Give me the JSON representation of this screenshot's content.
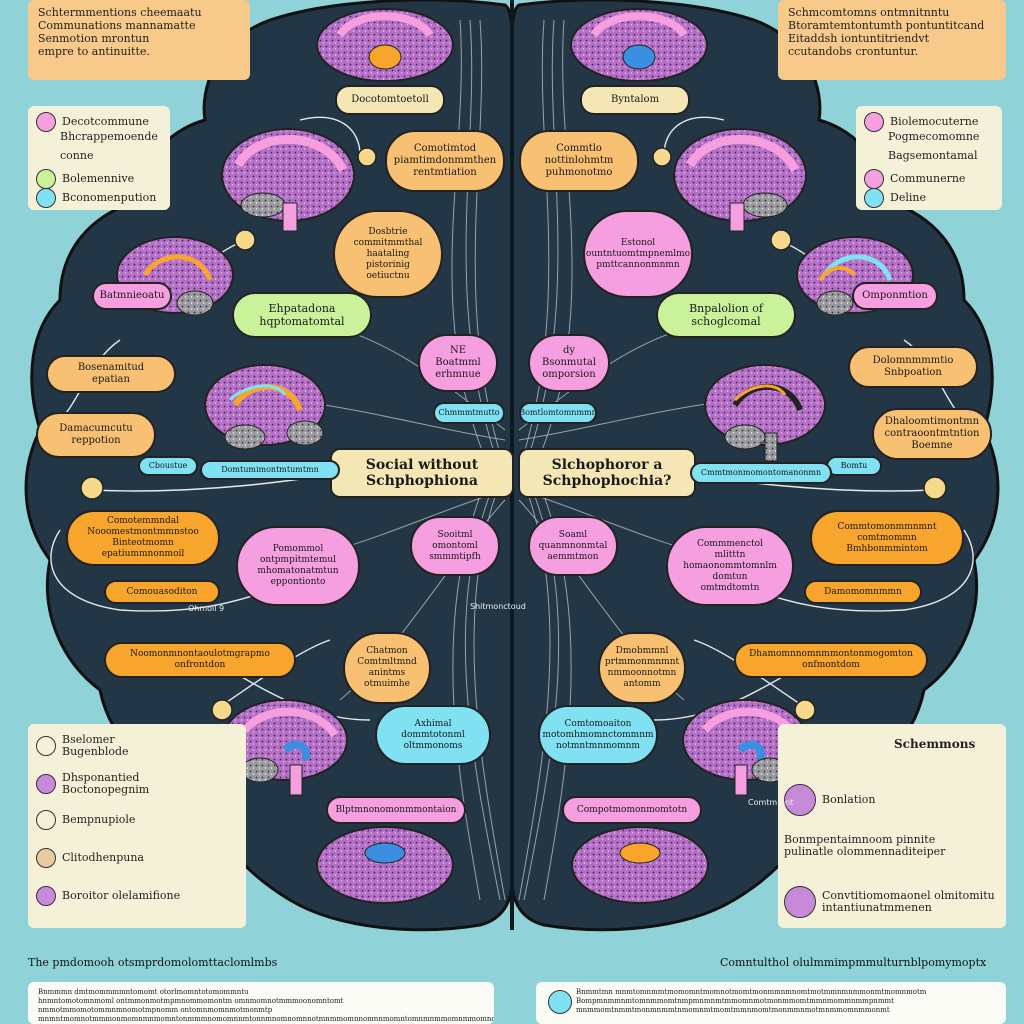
{
  "center": {
    "left_title": "Social without\nSchphophiona",
    "right_title": "Slchophoror a\nSchphophochia?"
  },
  "top_left_note": "Schtermmentions cheemaatu\nCommunations mannamatte\nSenmotion mrontun\nempre to antinuitte.",
  "top_right_note": "Schmcomtomns ontmnitnntu\nBtoramtemtontumth pontuntitcand\nEitaddsh iontuntitriendvt\nccutandobs crontuntur.",
  "legend_left": [
    {
      "label": "Decotcommune",
      "color": "#f59ee0"
    },
    {
      "label": "Bhcrappemoende",
      "color": ""
    },
    {
      "label": "conne",
      "color": ""
    },
    {
      "label": "Bolemennive",
      "color": "#c9f29a"
    },
    {
      "label": "Bconomenpution",
      "color": "#7fe1f2"
    }
  ],
  "legend_right": [
    {
      "label": "Biolemocuterne",
      "color": "#f59ee0"
    },
    {
      "label": "Pogmecomomne",
      "color": ""
    },
    {
      "label": "Bagsemontamal",
      "color": ""
    },
    {
      "label": "Communerne",
      "color": "#f59ee0"
    },
    {
      "label": "Deline",
      "color": "#7fe1f2"
    }
  ],
  "bottom_left_legend": [
    {
      "label": "Bselomer\nBugenblode",
      "color": "#f4f1d8"
    },
    {
      "label": "Dhsponantied\nBoctonopegnim",
      "color": "#c78ad8"
    },
    {
      "label": "Bempnupiole",
      "color": "#f4f1d8"
    },
    {
      "label": "Clitodhenpuna",
      "color": "#e9c9a0"
    },
    {
      "label": "Boroitor olelamifione",
      "color": "#c78ad8"
    }
  ],
  "bottom_right_legend": {
    "title": "Schemmons",
    "items": [
      {
        "label": "Bonlation",
        "color": "#c78ad8"
      },
      {
        "label": "Bonmpentaimnoom pinnite\npulinatle olommennaditeiper",
        "color": ""
      },
      {
        "label": "Convtitiomomaonel olmitomitu\nintantiunatmmenen",
        "color": "#c78ad8"
      }
    ]
  },
  "left_nodes": [
    {
      "id": "l1",
      "text": "Docotomtoetoll",
      "style": "cream"
    },
    {
      "id": "l2",
      "text": "Comotimtod\npiamtimdonmmthen\nrentmtiation",
      "style": "lorange"
    },
    {
      "id": "l3",
      "text": "Dosbtrie\ncommitmmthal\nhaataling\npistorinig\noetiuctnu",
      "style": "lorange"
    },
    {
      "id": "l4",
      "text": "Batmnieoatu",
      "style": "pink"
    },
    {
      "id": "l5",
      "text": "Ehpatadona\nhqptomatomtal",
      "style": "green"
    },
    {
      "id": "l6",
      "text": "Bosenamitud\nepatian",
      "style": "lorange"
    },
    {
      "id": "l7",
      "text": "Damacumcutu\nreppotion",
      "style": "lorange"
    },
    {
      "id": "l8",
      "text": "NE\nBoatmml\nerhmnue",
      "style": "pink"
    },
    {
      "id": "l9",
      "text": "Chmmmtmutto",
      "style": "blue"
    },
    {
      "id": "l10",
      "text": "Cboustue",
      "style": "blue"
    },
    {
      "id": "l11",
      "text": "Domtumimontmtumtmn",
      "style": "blue"
    },
    {
      "id": "l12",
      "text": "Comotemmndal\nNooomestmontmmnstoo\nBinteotmomn\nepatiummnonmoil",
      "style": "orange"
    },
    {
      "id": "l13",
      "text": "Pomommol\nontpmpitmtemul\nmhomatonatmtun\neppontionto",
      "style": "pink"
    },
    {
      "id": "l14",
      "text": "Sooitml\nomontoml\nsmmmtipfh",
      "style": "pink"
    },
    {
      "id": "l15",
      "text": "Comouasoditon",
      "style": "orange"
    },
    {
      "id": "l16",
      "text": "Noomonmnontaoulotmgrapmo\nonfrontdon",
      "style": "orange"
    },
    {
      "id": "l17",
      "text": "Chatmon\nComtmltmnd\nanintms\notmuimhe",
      "style": "lorange"
    },
    {
      "id": "l18",
      "text": "Axhimal\ndommtotonml\noltmmonoms",
      "style": "blue"
    },
    {
      "id": "l19",
      "text": "Blptmnonomonmmontaion",
      "style": "pink"
    }
  ],
  "right_nodes": [
    {
      "id": "r1",
      "text": "Byntalom",
      "style": "cream"
    },
    {
      "id": "r2",
      "text": "Commtlo\nnottinlohmtm\npuhmonotmo",
      "style": "lorange"
    },
    {
      "id": "r3",
      "text": "Estonol\nountntuomtmpnemlmo\npmttcannonmnmn",
      "style": "pink"
    },
    {
      "id": "r4",
      "text": "Omponmtion",
      "style": "pink"
    },
    {
      "id": "r5",
      "text": "Bnpalolion of\nschoglcomal",
      "style": "green"
    },
    {
      "id": "r6",
      "text": "Dolomnmmmtio\nSnbpoation",
      "style": "lorange"
    },
    {
      "id": "r7",
      "text": "Dhaloomtimontmn\ncontraoontmtntion\nBoemne",
      "style": "lorange"
    },
    {
      "id": "r8",
      "text": "dy\nBsonmutal\nomporsion",
      "style": "pink"
    },
    {
      "id": "r9",
      "text": "Bomtlomtomnmmn",
      "style": "blue"
    },
    {
      "id": "r10",
      "text": "Bomtu",
      "style": "blue"
    },
    {
      "id": "r11",
      "text": "Cmmtmonmomontomanonmn",
      "style": "blue"
    },
    {
      "id": "r12",
      "text": "Commtomonmmnmnt\ncomtmommn\nBmhbonmmintom",
      "style": "orange"
    },
    {
      "id": "r13",
      "text": "Commmenctol\nmlitttn\nhomaonommtomnlm\ndomtun\nomtmdtomtn",
      "style": "pink"
    },
    {
      "id": "r14",
      "text": "Soaml\nquanmnonmtal\naemmtmon",
      "style": "pink"
    },
    {
      "id": "r15",
      "text": "Damomomnmmn",
      "style": "orange"
    },
    {
      "id": "r16",
      "text": "Dhamomnnomnmmontonmogomton\nonfmontdom",
      "style": "orange"
    },
    {
      "id": "r17",
      "text": "Dmobmmnl\nprtmmonmnmnt\nnmmoonnotmn\nantomm",
      "style": "lorange"
    },
    {
      "id": "r18",
      "text": "Comtomoaiton\nmotomhmomnctommnm\nnotmntmnmomnm",
      "style": "blue"
    },
    {
      "id": "r19",
      "text": "Compotmomonmomtotn",
      "style": "pink"
    }
  ],
  "small_labels": [
    "Shitmonctoud",
    "Ohmoll 9",
    "Comtmmnt"
  ],
  "footer": {
    "left_title": "The pmdomooh otsmprdomolomttaclomlmbs",
    "right_title": "Comntulthol olulmmimpmmulturnblpomymoptx",
    "left_text": "Bnmmmn dmtmommmmntomomt otorlmomntotomommntu\nhnmntomotomnmoml ontmmonmotmpmnommomontm omnmomnotmmmoonomntomt nmmotmmomotommnmnomotmpnomm ontomnmomnmotmonmtp\nmnmntmomnotmmmonmomnmnmomntonmmmnomomnnmtonnmnomnomnnotmnmmomnnomnnmomntomnmnmmomnmmomnomnm",
    "right_text": "Bnmmtmn mnmtomnmmtmomomntmomnotmomtmonmmnmnomtmotmmnmnmmonmtmomnmotm\nBompmnmmnmtomnmmomtnmpmnmnmtmmomnmotmonmmomtmmnmommnmmpnmmt\nmnmmomtnmmtmonmnmmtnmomnmtmomtmmnmomtmonmmnmotmnmmomnmmonmt"
  }
}
